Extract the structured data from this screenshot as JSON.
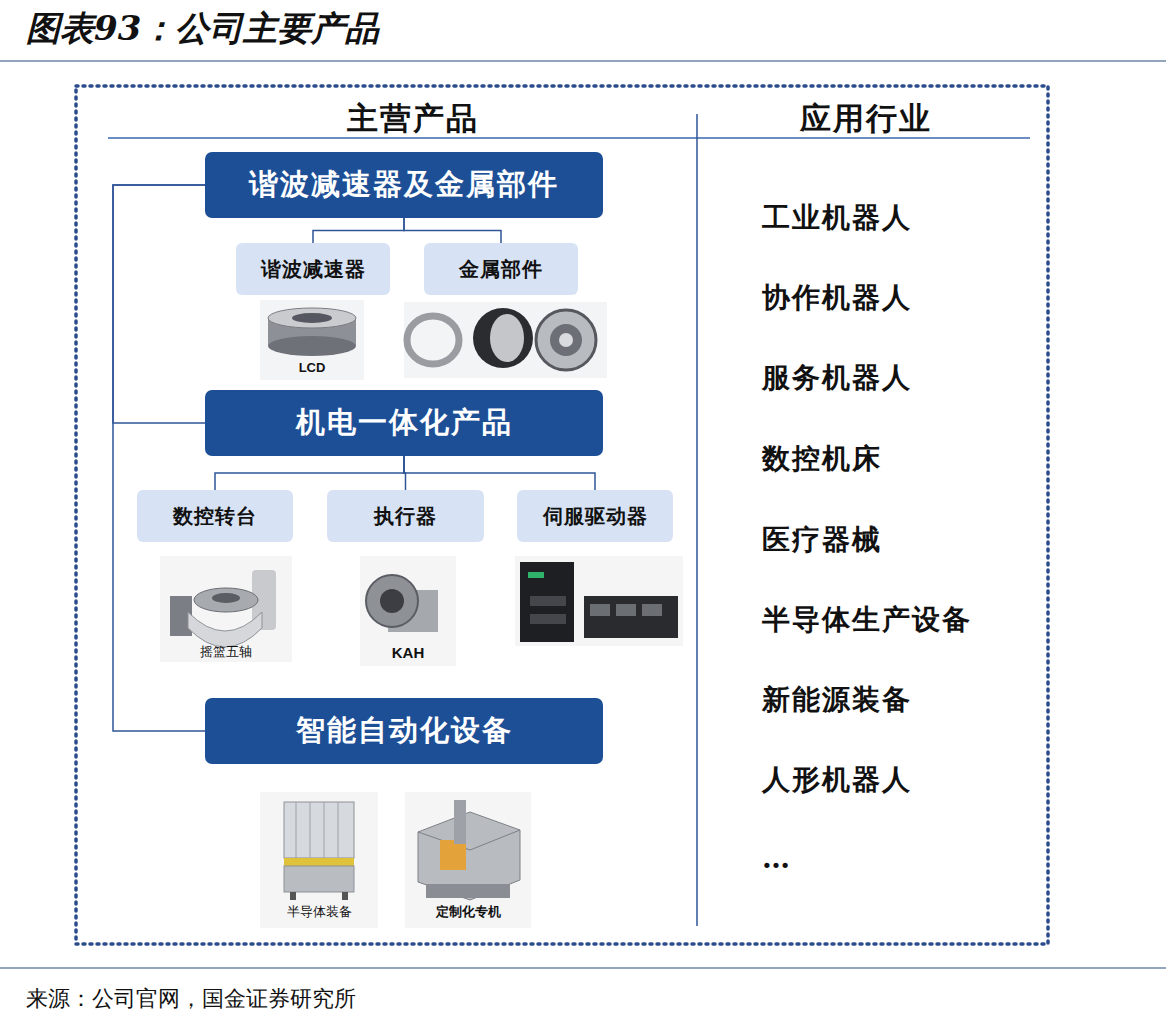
{
  "diagram": {
    "title": "图表93：公司主要产品",
    "caption": "来源：公司官网，国金证券研究所",
    "nodes": [
      {
        "text": [
          "谐波减速器及金属部件"
        ]
      },
      {
        "text": [
          "谐波减速器"
        ]
      },
      {
        "text": [
          "金属部件"
        ]
      },
      {
        "text": [
          "机电一体化产品"
        ]
      },
      {
        "text": [
          "数控转台"
        ]
      },
      {
        "text": [
          "执行器"
        ]
      },
      {
        "text": [
          "伺服驱动器"
        ]
      },
      {
        "text": [
          "智能自动化设备"
        ]
      }
    ],
    "edges": [
      {
        "from": 0,
        "to": 1,
        "arrow": "none"
      },
      {
        "from": 0,
        "to": 2,
        "arrow": "none"
      },
      {
        "from": 3,
        "to": 4,
        "arrow": "none"
      },
      {
        "from": 3,
        "to": 5,
        "arrow": "none"
      },
      {
        "from": 3,
        "to": 6,
        "arrow": "none"
      },
      {
        "from": 0,
        "to": 3,
        "arrow": "none"
      },
      {
        "from": 0,
        "to": 7,
        "arrow": "none"
      }
    ],
    "labels": [
      "主营产品",
      "应用行业",
      "LCD",
      "摇篮五轴",
      "KAH",
      "半导体装备",
      "定制化专机",
      "工业机器人",
      "协作机器人",
      "服务机器人",
      "数控机床",
      "医疗器械",
      "半导体生产设备",
      "新能源装备",
      "人形机器人",
      "…"
    ]
  }
}
